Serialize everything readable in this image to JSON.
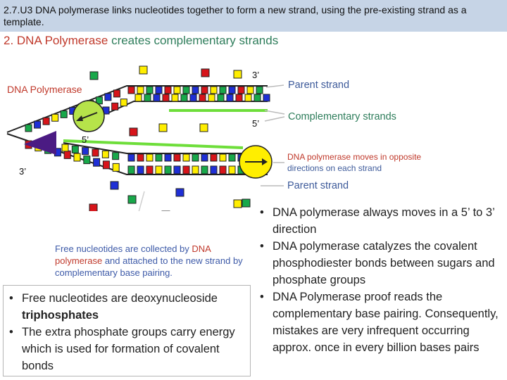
{
  "header": {
    "title": "2.7.U3 DNA polymerase links nucleotides together to form a new strand, using the pre-existing strand as a template."
  },
  "subtitle": {
    "part1": "2. DNA Polymerase",
    "part2": " creates complementary strands"
  },
  "diagram": {
    "dna_polymerase_label": "DNA Polymerase",
    "parent_strand_label": "Parent strand",
    "complementary_strands_label": "Complementary strands",
    "moves_note_line1": "DNA polymerase moves in opposite",
    "moves_note_line2": "directions on each strand",
    "parent_strand_label_2": "Parent strand",
    "three_prime_top": "3’",
    "five_prime_mid": "5’",
    "five_prime_left": "5’",
    "three_prime_left": "3’",
    "colors": {
      "red": "#d7141a",
      "yellow": "#ffee00",
      "green": "#18a84a",
      "blue": "#1f2fd6",
      "strand_green": "#6ede3a",
      "enzyme_purple": "#4b1b83",
      "label_red": "#c0392b",
      "label_blue": "#3d5aa8",
      "label_green": "#2e7d5b"
    }
  },
  "caption": {
    "p1": "Free nucleotides are collected by ",
    "p2": "DNA polymerase",
    "p3": " and attached to the new strand by complementary base pairing."
  },
  "left_bullets": [
    {
      "text": "Free nucleotides are deoxynucleoside ",
      "bold": "triphosphates"
    },
    {
      "text": "The extra phosphate groups carry energy which is used for formation of covalent bonds",
      "bold": ""
    }
  ],
  "right_bullets": [
    "DNA polymerase always moves in a 5’ to 3’ direction",
    "DNA polymerase catalyzes the covalent phosphodiester bonds between sugars and phosphate groups",
    "DNA Polymerase proof reads the complementary base pairing. Consequently, mistakes are very infrequent occurring approx. once in every billion bases pairs"
  ]
}
